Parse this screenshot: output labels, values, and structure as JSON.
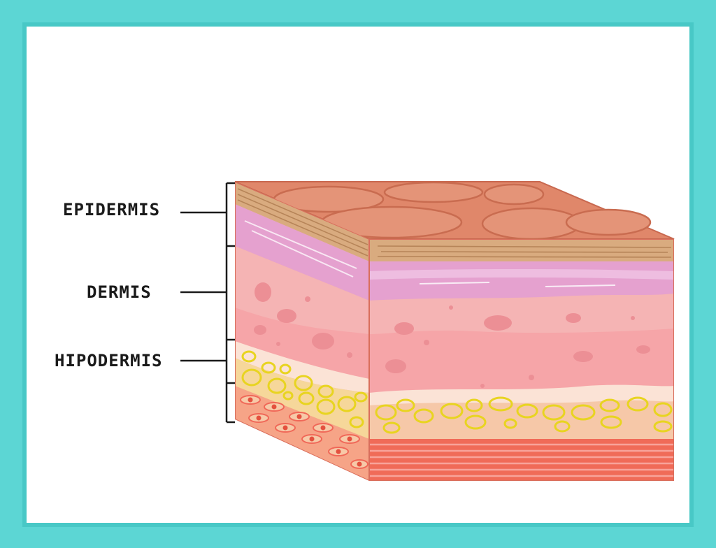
{
  "labels": {
    "epidermis": "EPIDERMIS",
    "dermis": "DERMIS",
    "hypodermis": "HIPODERMIS"
  },
  "colors": {
    "background": "#5cd6d4",
    "frame": "#48c8c6",
    "panel": "#ffffff",
    "surface": "#e0876a",
    "epidermis_band": "#d8a878",
    "dermis_upper": "#e8a3cf",
    "dermis": "#f6a5a8",
    "fat": "#f6d79a",
    "fat_cell": "#e8d420",
    "muscle": "#f06858"
  }
}
